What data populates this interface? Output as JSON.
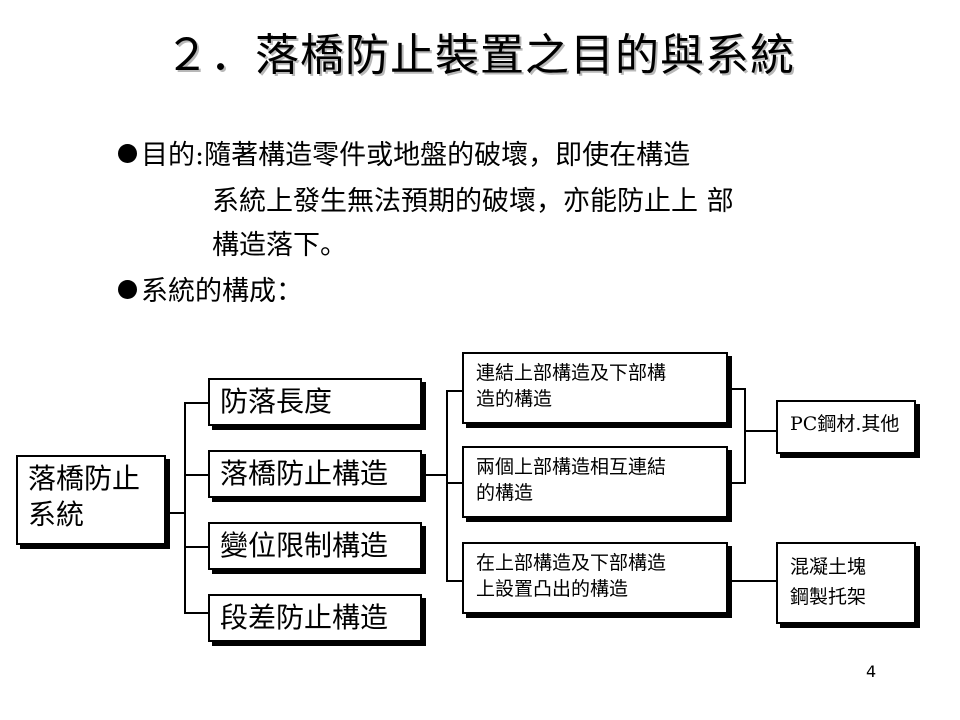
{
  "slide": {
    "title": "２．落橋防止裝置之目的與系統",
    "purpose": {
      "line1": "目的:隨著構造零件或地盤的破壞，即使在構造",
      "line2": "系統上發生無法預期的破壞，亦能防止上 部",
      "line3": "構造落下。"
    },
    "composition_label": "系統的構成：",
    "page_number": "4"
  },
  "diagram": {
    "root": {
      "line1": "落橋防止",
      "line2": "系統"
    },
    "branches": [
      "防落長度",
      "落橋防止構造",
      "變位限制構造",
      "段差防止構造"
    ],
    "structures": [
      {
        "line1": "連結上部構造及下部構",
        "line2": "造的構造"
      },
      {
        "line1": "兩個上部構造相互連結",
        "line2": "的構造"
      },
      {
        "line1": "在上部構造及下部構造",
        "line2": "上設置凸出的構造"
      }
    ],
    "materials": [
      {
        "line1": "PC鋼材.其他"
      },
      {
        "line1": "混凝土塊",
        "line2": "鋼製托架"
      }
    ]
  }
}
